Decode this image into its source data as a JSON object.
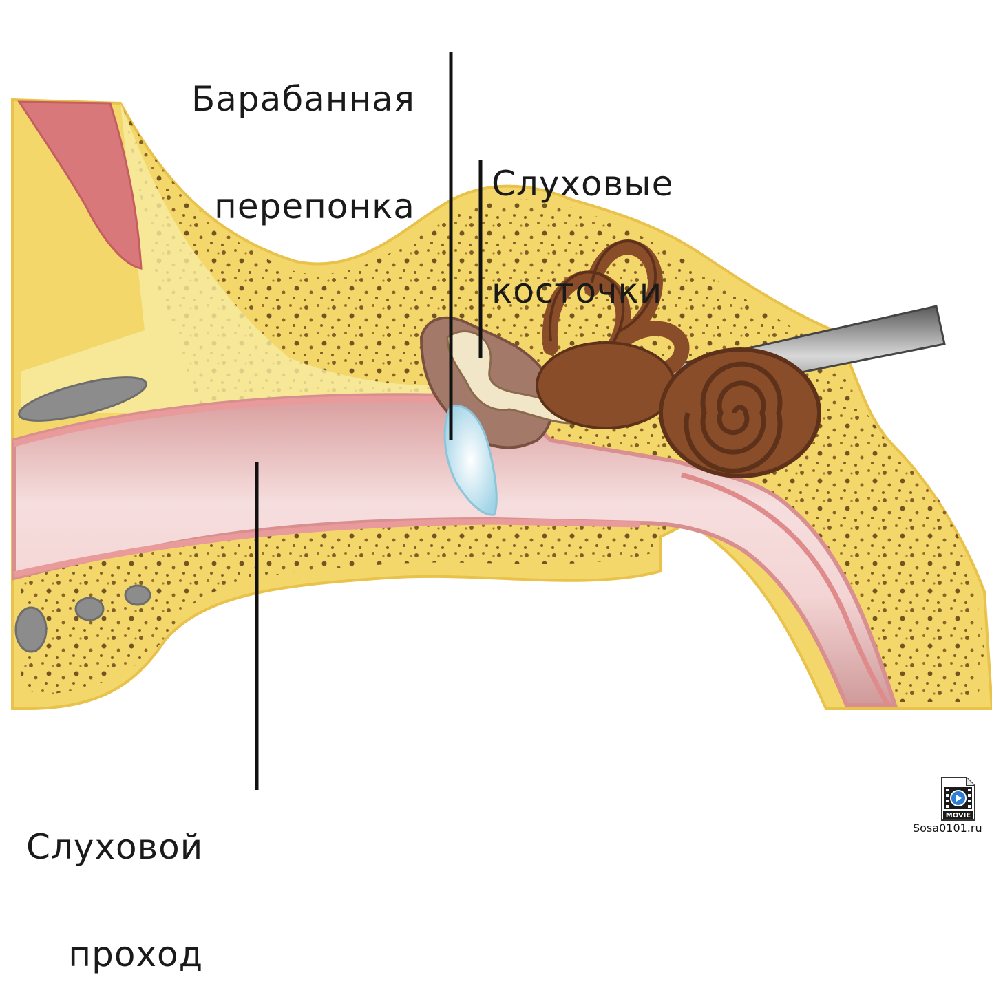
{
  "labels": {
    "ear_drum": {
      "line1": "Барабанная",
      "line2": "перепонка"
    },
    "ossicles": {
      "line1": "Слуховые",
      "line2": "косточки"
    },
    "ear_canal": {
      "line1": "Слуховой",
      "line2": "проход"
    }
  },
  "movie_icon": {
    "text": "MOVIE",
    "caption": "Sosa0101.ru"
  },
  "colors": {
    "bone_yellow": "#f3d76a",
    "bone_light": "#f7eca3",
    "speckle": "#6b4a1e",
    "canal_pink": "#e8b7b7",
    "canal_light": "#f6dede",
    "canal_edge": "#d98f8f",
    "ear_drum_blue": "#bfe4ef",
    "cochlea_brown": "#8a4d2a",
    "cochlea_dark": "#5e321a",
    "muscle_red": "#d9787a",
    "nerve_gray": "#8c8c8c"
  }
}
